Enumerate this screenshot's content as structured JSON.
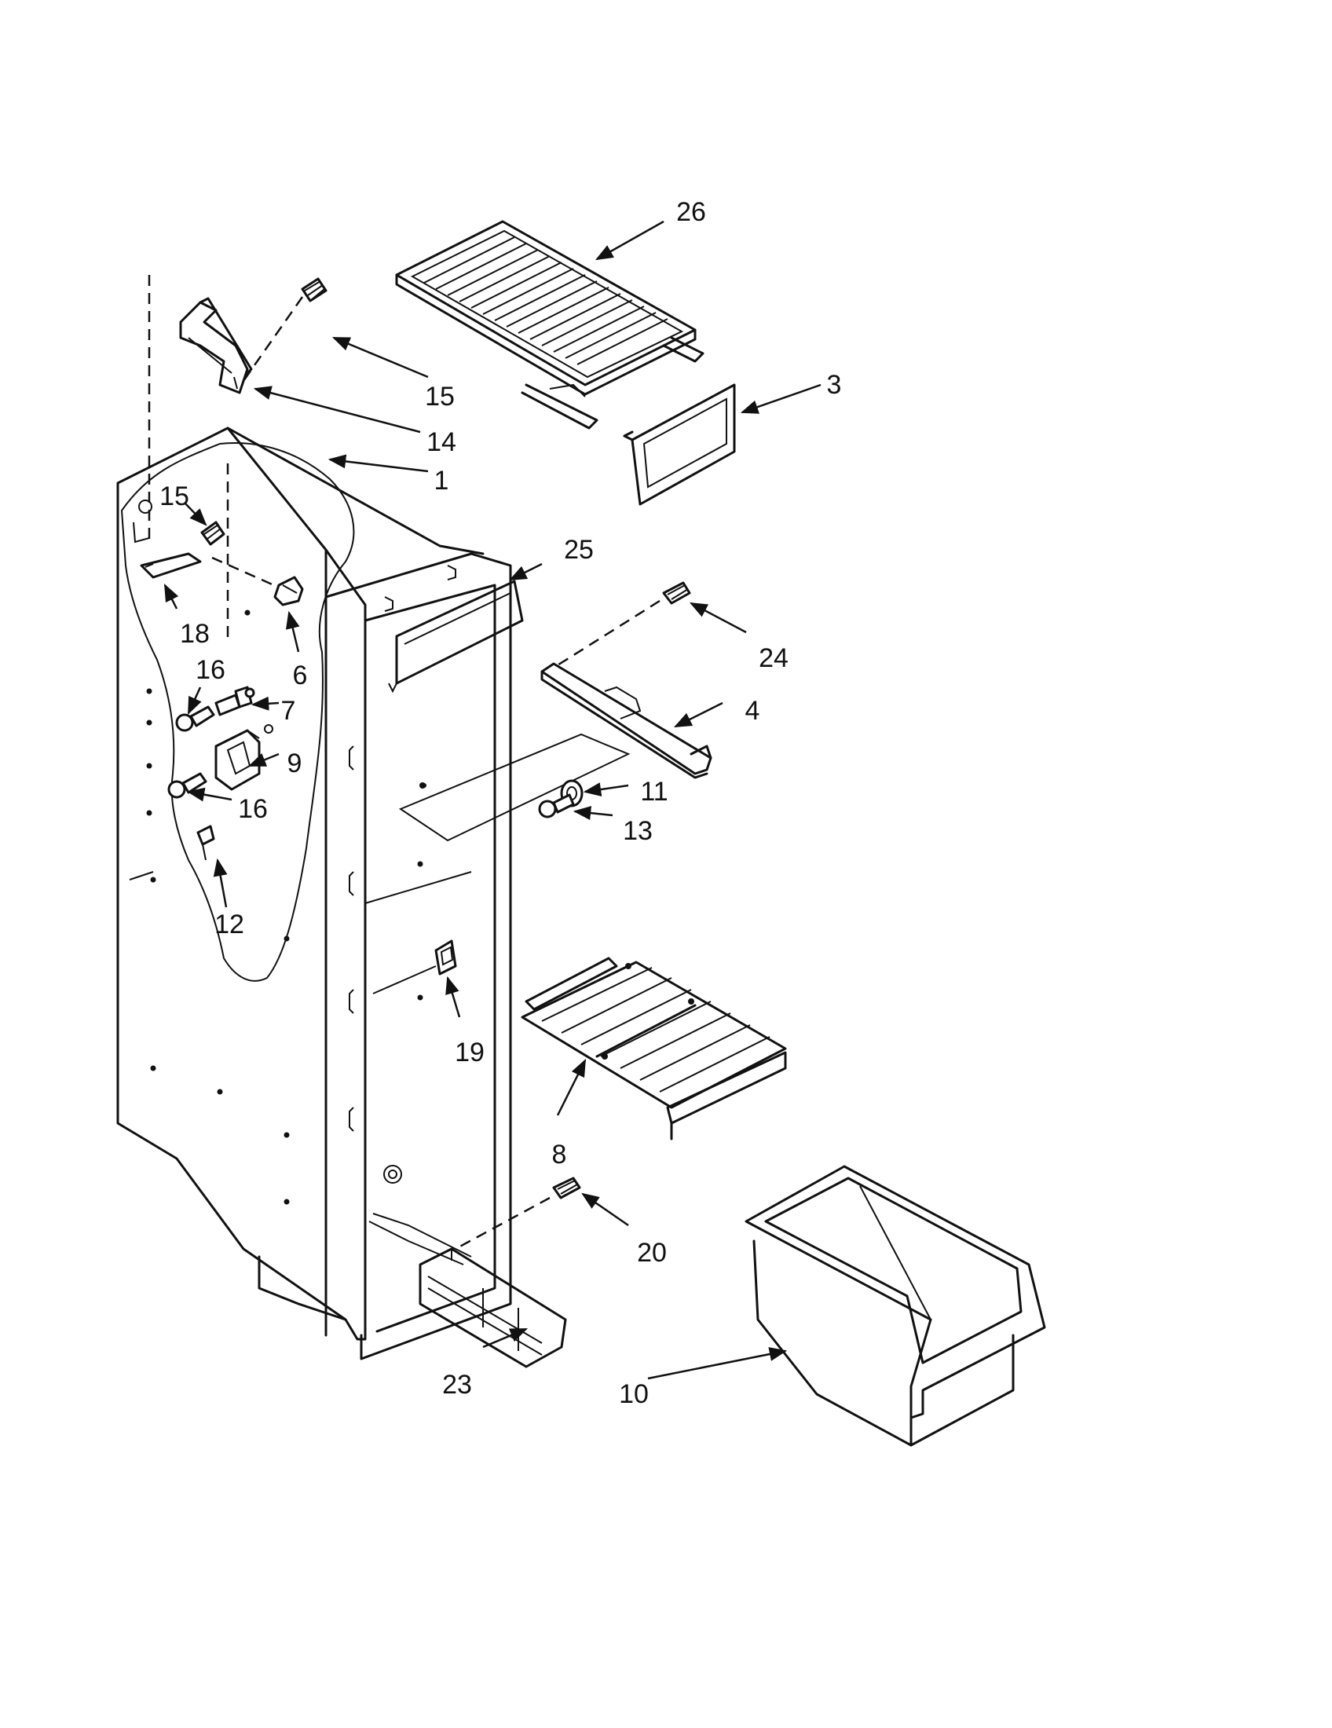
{
  "diagram": {
    "callouts": [
      {
        "id": "c26",
        "label": "26"
      },
      {
        "id": "c3",
        "label": "3"
      },
      {
        "id": "c15a",
        "label": "15"
      },
      {
        "id": "c14",
        "label": "14"
      },
      {
        "id": "c1",
        "label": "1"
      },
      {
        "id": "c15b",
        "label": "15"
      },
      {
        "id": "c18",
        "label": "18"
      },
      {
        "id": "c6",
        "label": "6"
      },
      {
        "id": "c16a",
        "label": "16"
      },
      {
        "id": "c7",
        "label": "7"
      },
      {
        "id": "c9",
        "label": "9"
      },
      {
        "id": "c16b",
        "label": "16"
      },
      {
        "id": "c12",
        "label": "12"
      },
      {
        "id": "c25",
        "label": "25"
      },
      {
        "id": "c24",
        "label": "24"
      },
      {
        "id": "c4",
        "label": "4"
      },
      {
        "id": "c11",
        "label": "11"
      },
      {
        "id": "c13",
        "label": "13"
      },
      {
        "id": "c19",
        "label": "19"
      },
      {
        "id": "c8",
        "label": "8"
      },
      {
        "id": "c20",
        "label": "20"
      },
      {
        "id": "c23",
        "label": "23"
      },
      {
        "id": "c10",
        "label": "10"
      }
    ]
  }
}
